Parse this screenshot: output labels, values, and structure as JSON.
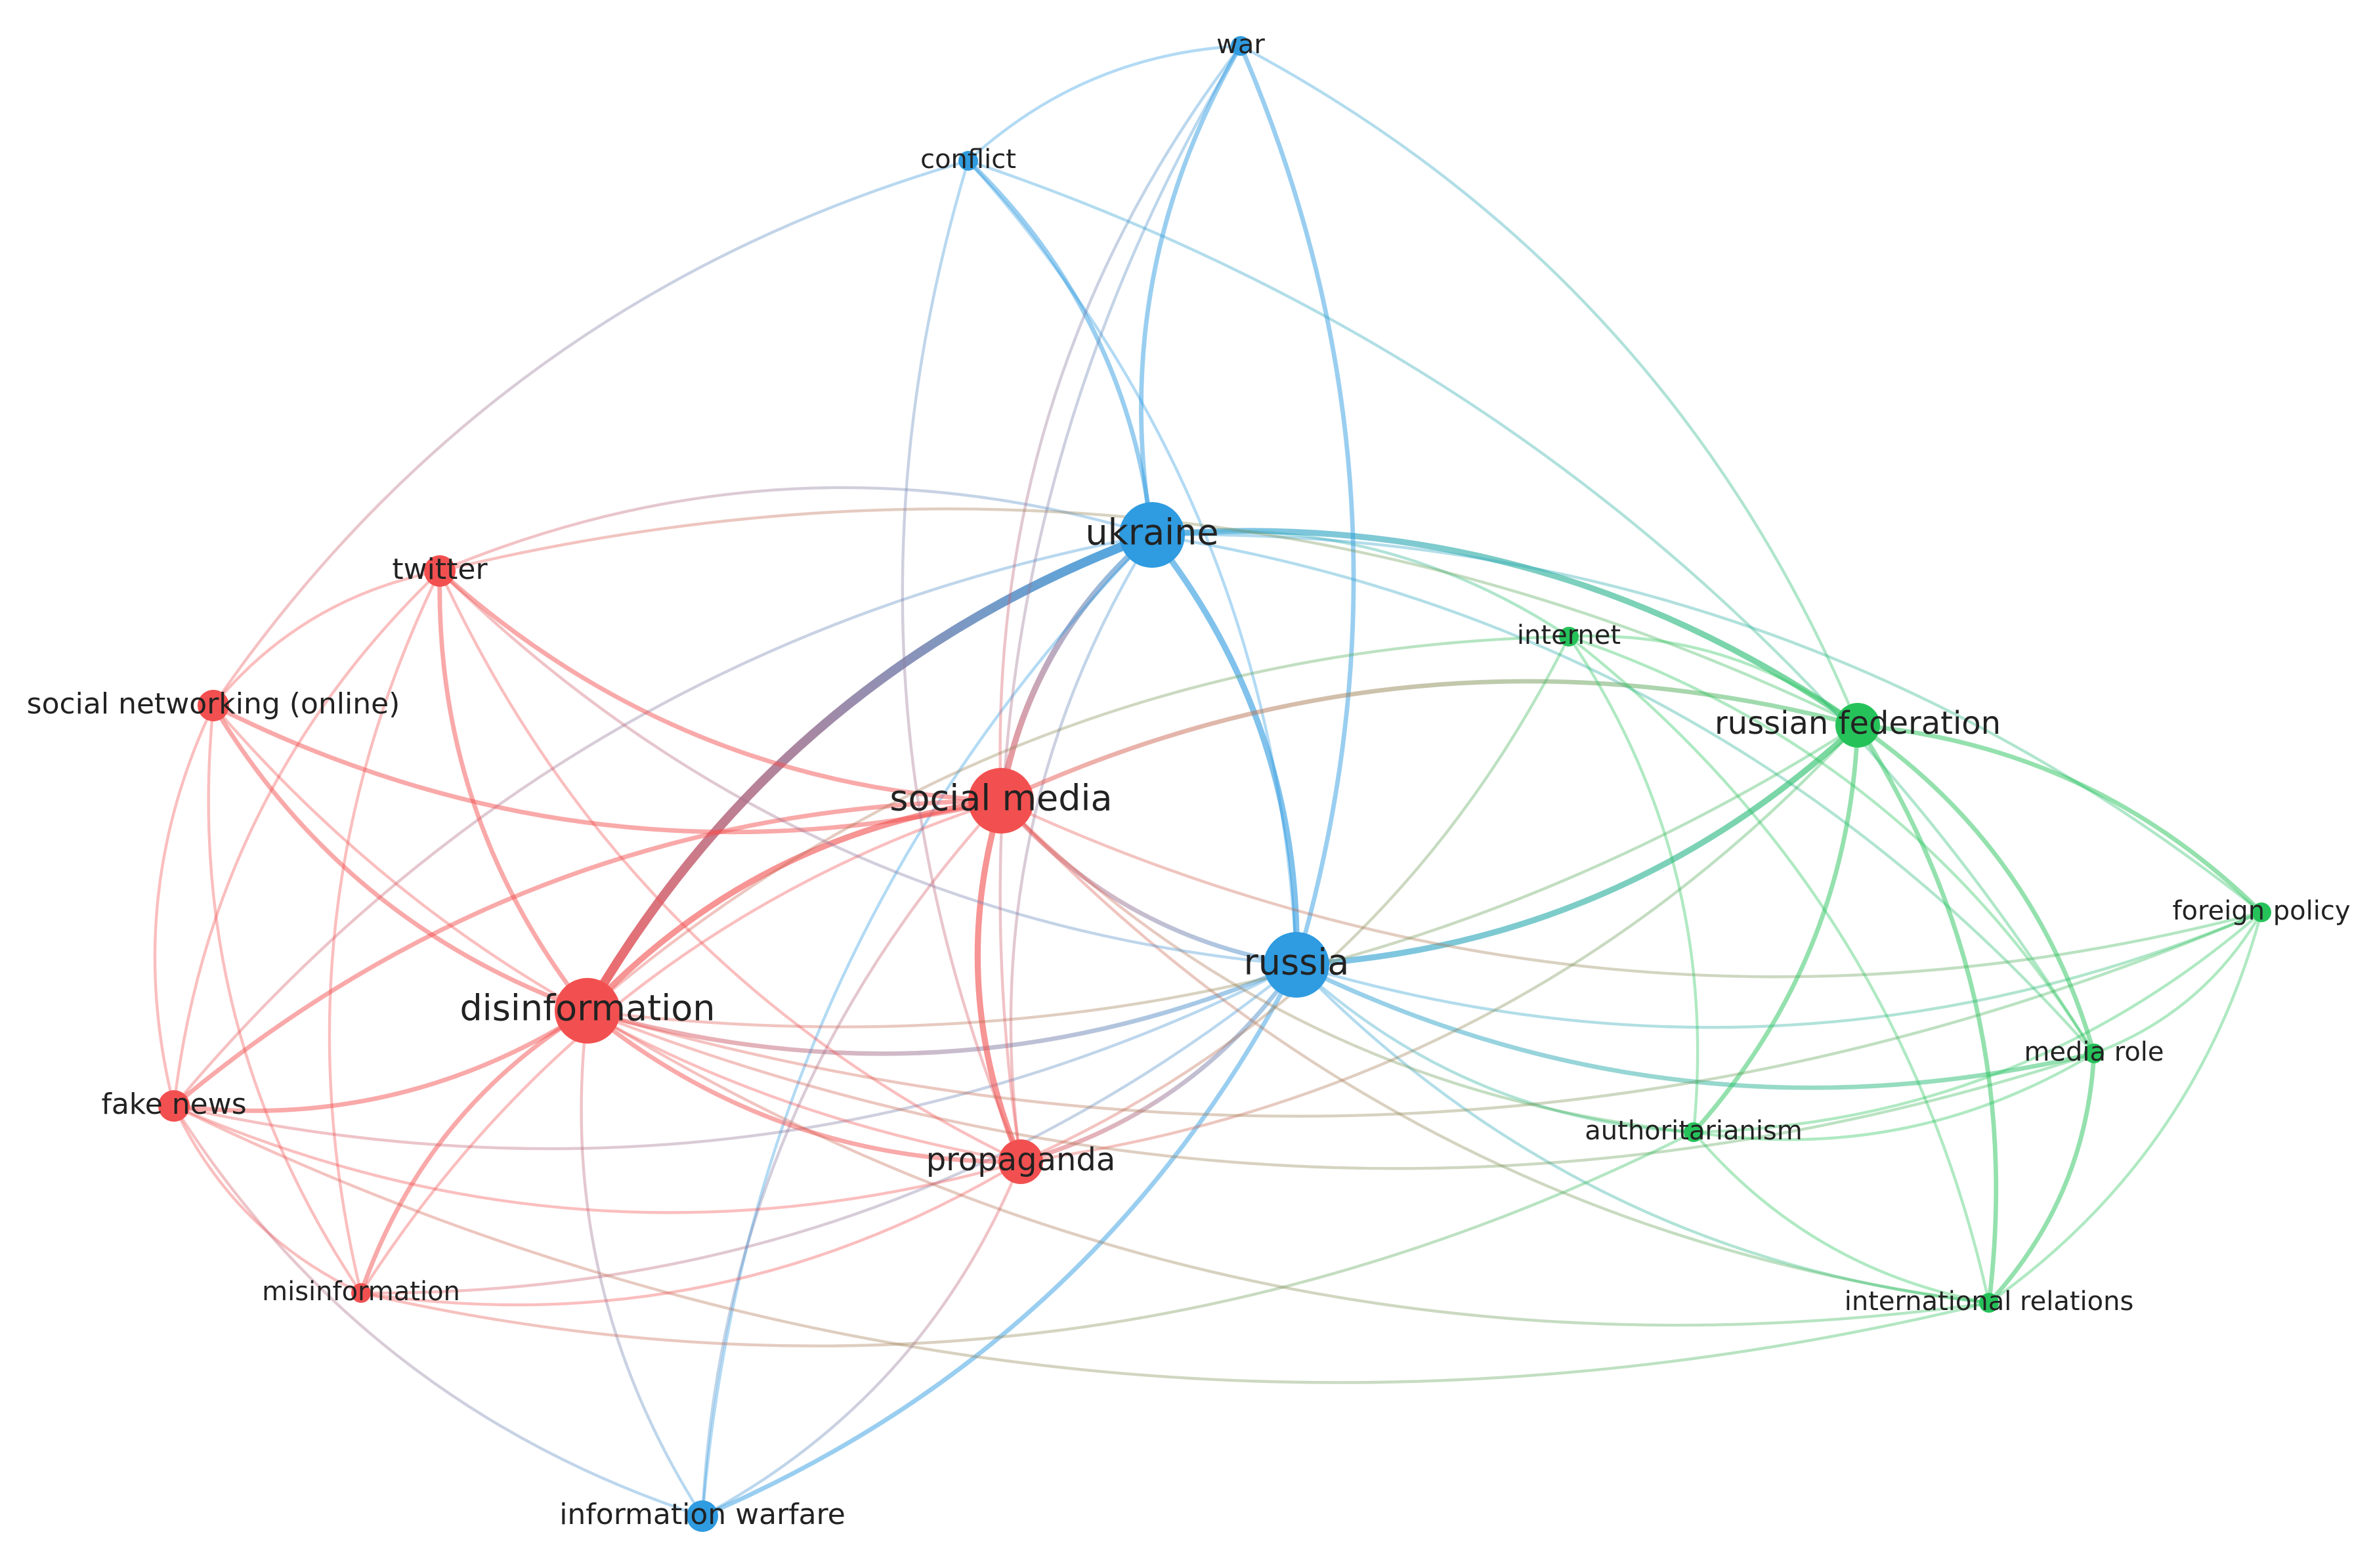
{
  "clusters": {
    "red": "#f25050",
    "blue": "#2f9be0",
    "green": "#25c25a"
  },
  "nodes": [
    {
      "id": "war",
      "label": "war",
      "cluster": "blue",
      "weight": 1
    },
    {
      "id": "conflict",
      "label": "conflict",
      "cluster": "blue",
      "weight": 1
    },
    {
      "id": "ukraine",
      "label": "ukraine",
      "cluster": "blue",
      "weight": 4
    },
    {
      "id": "russia",
      "label": "russia",
      "cluster": "blue",
      "weight": 4
    },
    {
      "id": "information-warfare",
      "label": "information warfare",
      "cluster": "blue",
      "weight": 2
    },
    {
      "id": "twitter",
      "label": "twitter",
      "cluster": "red",
      "weight": 2
    },
    {
      "id": "social-networking",
      "label": "social networking (online)",
      "cluster": "red",
      "weight": 2
    },
    {
      "id": "social-media",
      "label": "social media",
      "cluster": "red",
      "weight": 4
    },
    {
      "id": "disinformation",
      "label": "disinformation",
      "cluster": "red",
      "weight": 4
    },
    {
      "id": "fake-news",
      "label": "fake news",
      "cluster": "red",
      "weight": 2
    },
    {
      "id": "propaganda",
      "label": "propaganda",
      "cluster": "red",
      "weight": 3
    },
    {
      "id": "misinformation",
      "label": "misinformation",
      "cluster": "red",
      "weight": 1
    },
    {
      "id": "internet",
      "label": "internet",
      "cluster": "green",
      "weight": 1
    },
    {
      "id": "russian-federation",
      "label": "russian federation",
      "cluster": "green",
      "weight": 3
    },
    {
      "id": "foreign-policy",
      "label": "foreign policy",
      "cluster": "green",
      "weight": 1
    },
    {
      "id": "media-role",
      "label": "media role",
      "cluster": "green",
      "weight": 1
    },
    {
      "id": "authoritarianism",
      "label": "authoritarianism",
      "cluster": "green",
      "weight": 1
    },
    {
      "id": "international-relations",
      "label": "international relations",
      "cluster": "green",
      "weight": 1
    }
  ],
  "links": [
    [
      "ukraine",
      "disinformation",
      5
    ],
    [
      "ukraine",
      "social-media",
      3
    ],
    [
      "ukraine",
      "russia",
      3
    ],
    [
      "ukraine",
      "russian-federation",
      3
    ],
    [
      "ukraine",
      "war",
      2
    ],
    [
      "ukraine",
      "conflict",
      2
    ],
    [
      "ukraine",
      "twitter",
      1
    ],
    [
      "ukraine",
      "internet",
      1
    ],
    [
      "ukraine",
      "propaganda",
      1
    ],
    [
      "ukraine",
      "information-warfare",
      1
    ],
    [
      "ukraine",
      "foreign-policy",
      1
    ],
    [
      "ukraine",
      "media-role",
      1
    ],
    [
      "ukraine",
      "fake-news",
      1
    ],
    [
      "russia",
      "russian-federation",
      3
    ],
    [
      "russia",
      "social-media",
      2
    ],
    [
      "russia",
      "disinformation",
      2
    ],
    [
      "russia",
      "propaganda",
      2
    ],
    [
      "russia",
      "information-warfare",
      2
    ],
    [
      "russia",
      "war",
      2
    ],
    [
      "russia",
      "conflict",
      1
    ],
    [
      "russia",
      "media-role",
      2
    ],
    [
      "russia",
      "authoritarianism",
      1
    ],
    [
      "russia",
      "international-relations",
      1
    ],
    [
      "russia",
      "foreign-policy",
      1
    ],
    [
      "russia",
      "fake-news",
      1
    ],
    [
      "russia",
      "misinformation",
      1
    ],
    [
      "social-media",
      "disinformation",
      3
    ],
    [
      "social-media",
      "propaganda",
      3
    ],
    [
      "social-media",
      "twitter",
      2
    ],
    [
      "social-media",
      "social-networking",
      2
    ],
    [
      "social-media",
      "fake-news",
      2
    ],
    [
      "social-media",
      "misinformation",
      1
    ],
    [
      "social-media",
      "russian-federation",
      2
    ],
    [
      "social-media",
      "authoritarianism",
      1
    ],
    [
      "social-media",
      "international-relations",
      1
    ],
    [
      "social-media",
      "foreign-policy",
      1
    ],
    [
      "social-media",
      "war",
      1
    ],
    [
      "social-media",
      "information-warfare",
      1
    ],
    [
      "disinformation",
      "fake-news",
      2
    ],
    [
      "disinformation",
      "twitter",
      2
    ],
    [
      "disinformation",
      "social-networking",
      2
    ],
    [
      "disinformation",
      "propaganda",
      2
    ],
    [
      "disinformation",
      "misinformation",
      2
    ],
    [
      "disinformation",
      "information-warfare",
      1
    ],
    [
      "disinformation",
      "russian-federation",
      1
    ],
    [
      "disinformation",
      "media-role",
      1
    ],
    [
      "disinformation",
      "internet",
      1
    ],
    [
      "twitter",
      "social-networking",
      1
    ],
    [
      "twitter",
      "fake-news",
      1
    ],
    [
      "twitter",
      "propaganda",
      1
    ],
    [
      "twitter",
      "misinformation",
      1
    ],
    [
      "twitter",
      "russian-federation",
      1
    ],
    [
      "twitter",
      "russia",
      1
    ],
    [
      "social-networking",
      "fake-news",
      1
    ],
    [
      "social-networking",
      "misinformation",
      1
    ],
    [
      "social-networking",
      "propaganda",
      1
    ],
    [
      "social-networking",
      "conflict",
      1
    ],
    [
      "fake-news",
      "misinformation",
      1
    ],
    [
      "fake-news",
      "propaganda",
      1
    ],
    [
      "fake-news",
      "information-warfare",
      1
    ],
    [
      "fake-news",
      "international-relations",
      1
    ],
    [
      "misinformation",
      "propaganda",
      1
    ],
    [
      "propaganda",
      "internet",
      1
    ],
    [
      "propaganda",
      "russian-federation",
      1
    ],
    [
      "propaganda",
      "information-warfare",
      1
    ],
    [
      "propaganda",
      "conflict",
      1
    ],
    [
      "war",
      "russian-federation",
      1
    ],
    [
      "war",
      "conflict",
      1
    ],
    [
      "war",
      "propaganda",
      1
    ],
    [
      "conflict",
      "media-role",
      1
    ],
    [
      "internet",
      "russian-federation",
      1
    ],
    [
      "internet",
      "authoritarianism",
      1
    ],
    [
      "internet",
      "media-role",
      1
    ],
    [
      "internet",
      "international-relations",
      1
    ],
    [
      "russian-federation",
      "foreign-policy",
      2
    ],
    [
      "russian-federation",
      "media-role",
      2
    ],
    [
      "russian-federation",
      "authoritarianism",
      2
    ],
    [
      "russian-federation",
      "international-relations",
      2
    ],
    [
      "foreign-policy",
      "media-role",
      1
    ],
    [
      "foreign-policy",
      "authoritarianism",
      1
    ],
    [
      "foreign-policy",
      "international-relations",
      1
    ],
    [
      "foreign-policy",
      "disinformation",
      1
    ],
    [
      "media-role",
      "authoritarianism",
      1
    ],
    [
      "media-role",
      "international-relations",
      2
    ],
    [
      "authoritarianism",
      "international-relations",
      1
    ],
    [
      "authoritarianism",
      "misinformation",
      1
    ],
    [
      "international-relations",
      "disinformation",
      1
    ]
  ]
}
